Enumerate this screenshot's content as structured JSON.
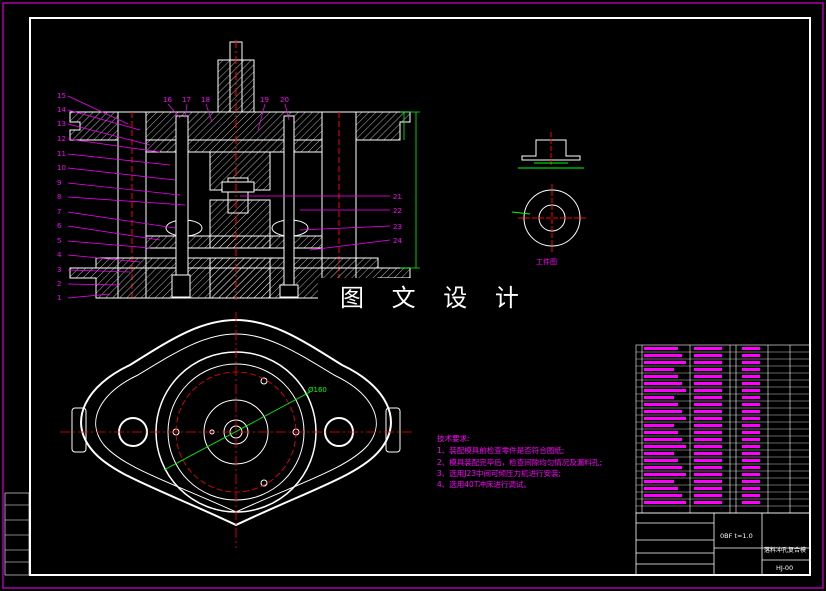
{
  "watermark": "图 文 设 计",
  "part_labels_left": [
    "15",
    "14",
    "13",
    "12",
    "11",
    "10",
    "9",
    "8",
    "7",
    "6",
    "5",
    "4",
    "3",
    "2",
    "1"
  ],
  "part_labels_top": [
    "16",
    "17",
    "18",
    "19",
    "20"
  ],
  "part_labels_right": [
    "21",
    "22",
    "23",
    "24"
  ],
  "workpiece_label": "工件图",
  "diameter_label": "Ø160",
  "tech_requirements": {
    "title": "技术要求:",
    "items": [
      "1、装配模具前检查零件是否符合图纸;",
      "2、模具装配完毕后，检查间隙均匀情况及漏料孔;",
      "3、选用J23中间可倾压力机进行安装;",
      "4、选用40T冲床进行调试。"
    ]
  },
  "title_block": {
    "scale_note": "0BF t=1.0",
    "drawing_name": "落料冲孔复合模",
    "drawing_no": "HJ-00"
  },
  "colors": {
    "background": "#000000",
    "outline": "#ffffff",
    "dimension": "#00ff00",
    "leader": "#ff00ff",
    "center_line": "#ff0000",
    "hatch": "#ffffff"
  }
}
